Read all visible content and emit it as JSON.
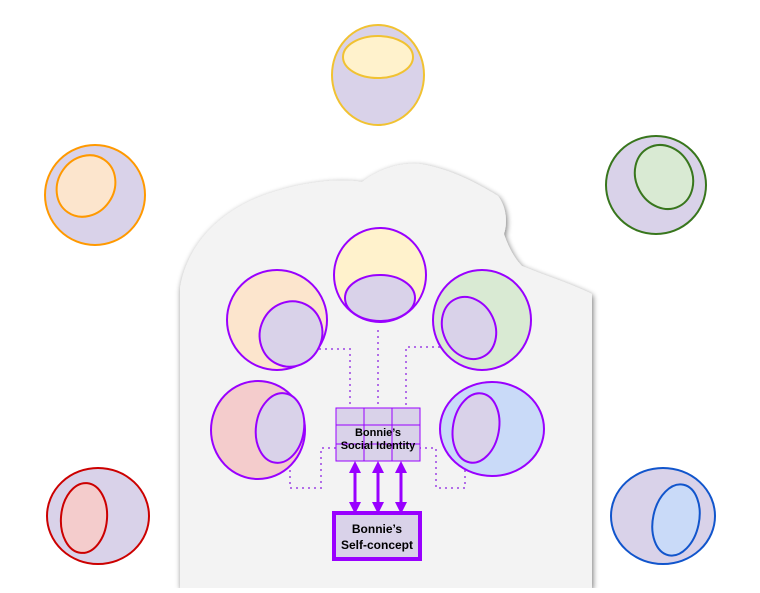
{
  "social_identity": {
    "line1": "Bonnie’s",
    "line2": "Social Identity"
  },
  "self_concept": {
    "line1": "Bonnie’s",
    "line2": "Self-concept"
  },
  "colors": {
    "outer_fill": "#d9d2e9",
    "accent_purple": "#9900ff",
    "connector_purple": "#b26ee8",
    "head_background": "#f3f3f3",
    "yellow_fill": "#fff2cc",
    "yellow_stroke": "#f1c232",
    "orange_fill": "#fce5cd",
    "orange_stroke": "#ff9900",
    "green_fill": "#d9ead3",
    "green_stroke": "#38761d",
    "red_fill": "#f4cccc",
    "red_stroke": "#cc0000",
    "blue_fill": "#c9daf8",
    "blue_stroke": "#1155cc"
  }
}
